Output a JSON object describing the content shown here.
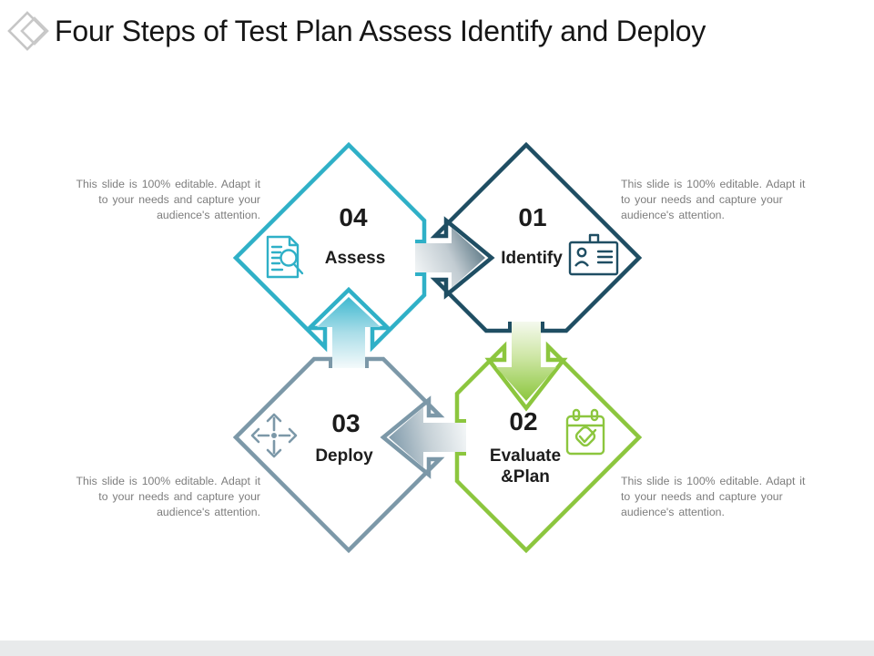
{
  "slide": {
    "logo": "nested-diamonds-logo",
    "title": "Four Steps of Test Plan Assess Identify and Deploy",
    "note_lines": [
      "This slide is 100% editable. Adapt it",
      "to your needs and capture your",
      "audience's attention."
    ],
    "steps": [
      {
        "number": "01",
        "label": "Identify",
        "icon": "id-card-icon",
        "color": "#1F4E63"
      },
      {
        "number": "02",
        "label": "Evaluate &Plan",
        "icon": "calendar-check-icon",
        "color": "#8CC63E"
      },
      {
        "number": "03",
        "label": "Deploy",
        "icon": "move-arrows-icon",
        "color": "#7C98A8"
      },
      {
        "number": "04",
        "label": "Assess",
        "icon": "document-search-icon",
        "color": "#2FB0C7"
      }
    ],
    "arrows": [
      {
        "from": "04",
        "to": "01",
        "direction": "right"
      },
      {
        "from": "01",
        "to": "02",
        "direction": "down"
      },
      {
        "from": "02",
        "to": "03",
        "direction": "left"
      },
      {
        "from": "03",
        "to": "04",
        "direction": "up"
      }
    ],
    "colors": {
      "cyan": "#2FB0C7",
      "navy": "#1F4E63",
      "green": "#8CC63E",
      "slate": "#7C98A8",
      "arrow_gray_dark": "#4D6B7A",
      "note_gray": "#7D7D7D",
      "footer_gray": "#E8EAEB",
      "text_dark": "#1B1B1B"
    }
  }
}
